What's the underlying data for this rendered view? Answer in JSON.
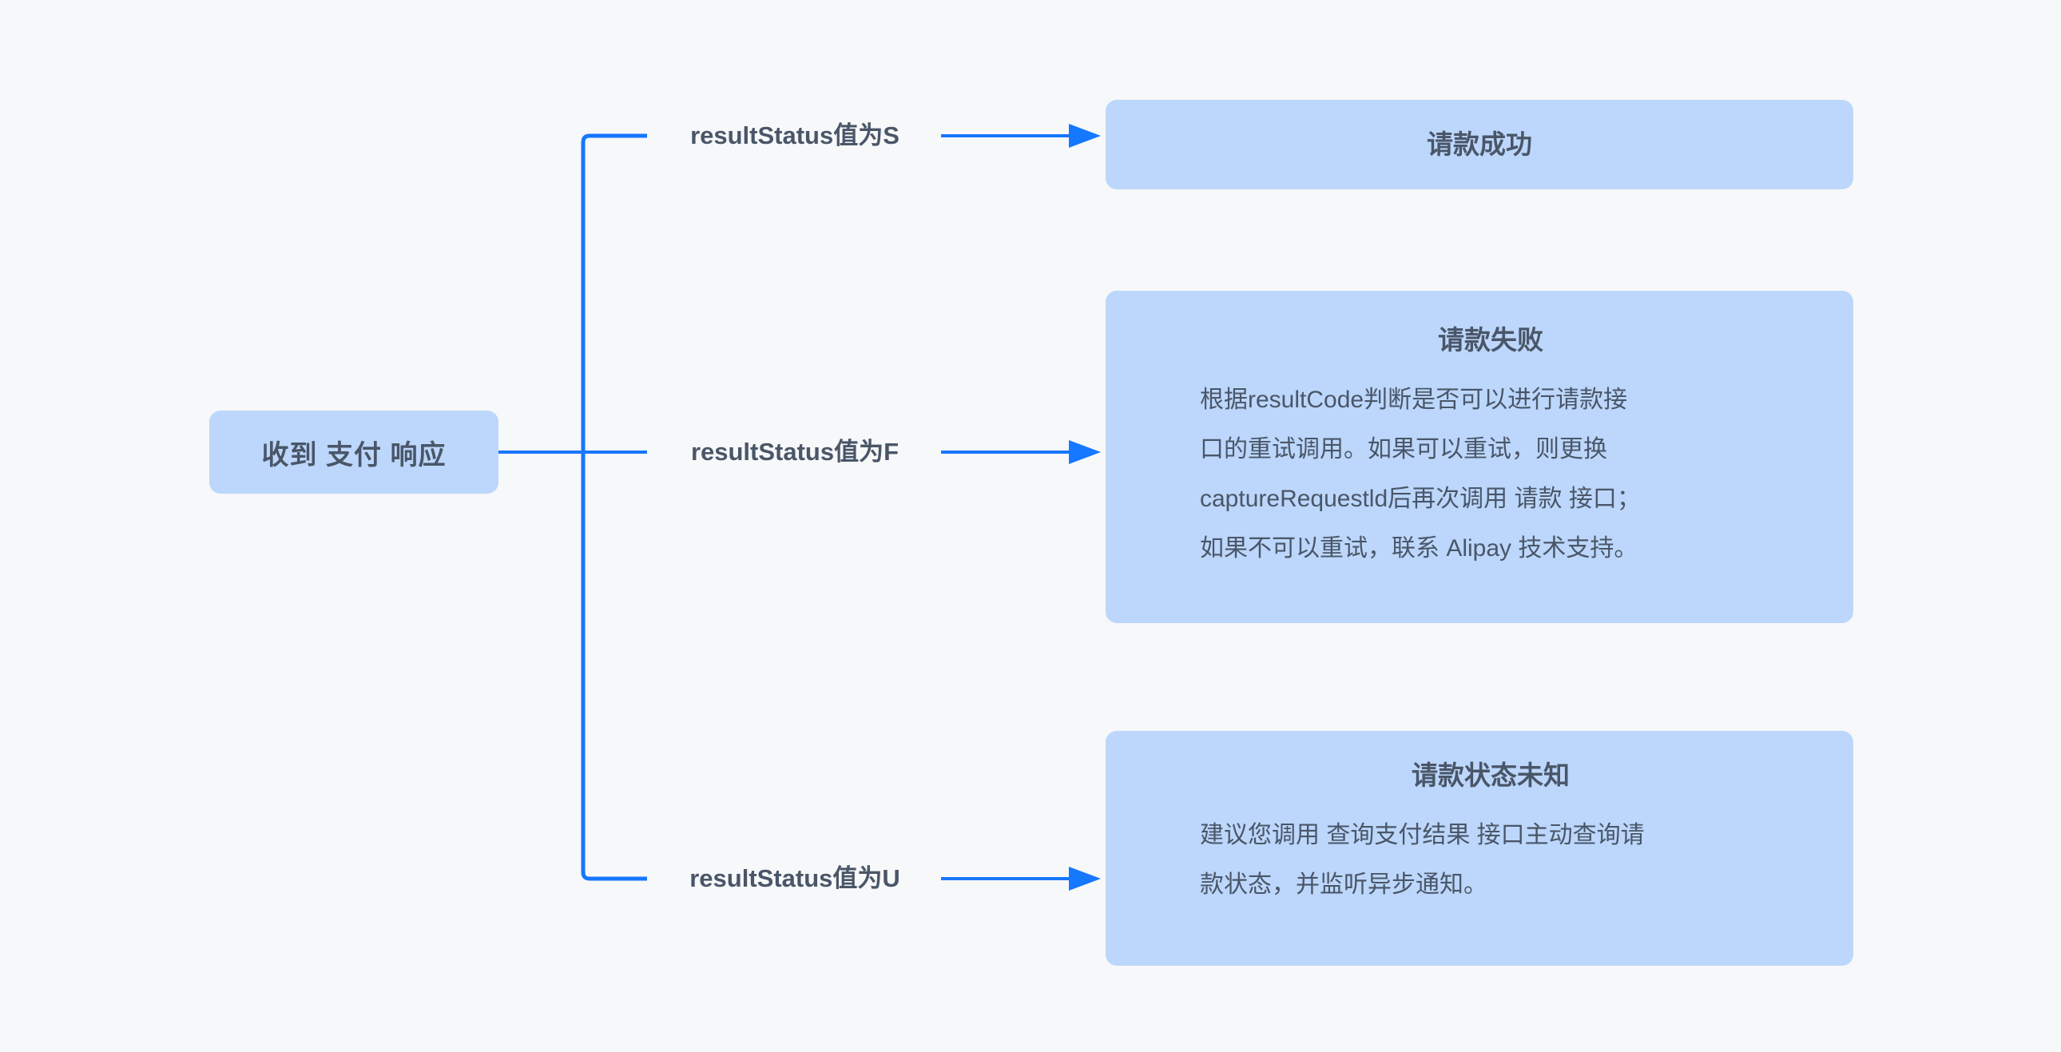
{
  "diagram": {
    "root_node": {
      "label": "收到 支付 响应"
    },
    "branches": [
      {
        "condition_label": "resultStatus值为S",
        "target": "capture-success"
      },
      {
        "condition_label": "resultStatus值为F",
        "target": "capture-fail"
      },
      {
        "condition_label": "resultStatus值为U",
        "target": "capture-unknown"
      }
    ],
    "result_nodes": {
      "success": {
        "title": "请款成功",
        "body": ""
      },
      "fail": {
        "title": "请款失败",
        "body": "根据resultCode判断是否可以进行请款接\n口的重试调用。如果可以重试，则更换\ncaptureRequestld后再次调用 请款 接口；\n如果不可以重试，联系 Alipay 技术支持。"
      },
      "unknown": {
        "title": "请款状态未知",
        "body": "建议您调用 查询支付结果 接口主动查询请\n款状态，并监听异步通知。"
      }
    }
  },
  "colors": {
    "accent": "#1677ff",
    "node-fill": "#bcd7fb",
    "ink": "#4a5668",
    "bg": "#f7f8f9"
  }
}
